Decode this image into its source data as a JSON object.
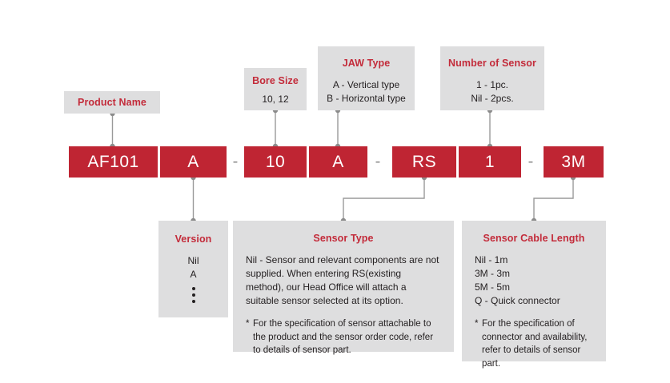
{
  "colors": {
    "code_box_red": "#bf2533",
    "callout_gray": "#dededf",
    "title_red": "#c32b3a",
    "connector_gray": "#9a9a9a",
    "body_text": "#231f20"
  },
  "code": {
    "segments": [
      {
        "name": "product-name",
        "value": "AF101"
      },
      {
        "name": "version",
        "value": "A"
      },
      {
        "name": "bore-size",
        "value": "10"
      },
      {
        "name": "jaw-type",
        "value": "A"
      },
      {
        "name": "sensor-type",
        "value": "RS"
      },
      {
        "name": "number-of-sensor",
        "value": "1"
      },
      {
        "name": "sensor-cable-length",
        "value": "3M"
      }
    ],
    "dash1": "-",
    "dash2": "-",
    "dash3": "-"
  },
  "callouts": {
    "product_name": {
      "title": "Product Name"
    },
    "bore_size": {
      "title": "Bore Size",
      "body": "10, 12"
    },
    "jaw_type": {
      "title": "JAW Type",
      "line1": "A - Vertical type",
      "line2": "B - Horizontal type"
    },
    "number_of_sensor": {
      "title": "Number of Sensor",
      "line1": "1 - 1pc.",
      "line2": "Nil - 2pcs."
    },
    "version": {
      "title": "Version",
      "line1": "Nil",
      "line2": "A",
      "ellipsis": "vertical-dots"
    },
    "sensor_type": {
      "title": "Sensor Type",
      "body": "Nil - Sensor and relevant components are not supplied. When entering RS(existing method), our Head Office will attach a suitable sensor selected at its option.",
      "note": "For the specification of sensor attachable to the product and the sensor order code, refer to details of sensor part."
    },
    "sensor_cable_length": {
      "title": "Sensor Cable Length",
      "line1": "Nil - 1m",
      "line2": "3M - 3m",
      "line3": "5M - 5m",
      "line4": "Q - Quick connector",
      "note": "For the specification of connector and availability, refer to details of sensor part."
    }
  }
}
